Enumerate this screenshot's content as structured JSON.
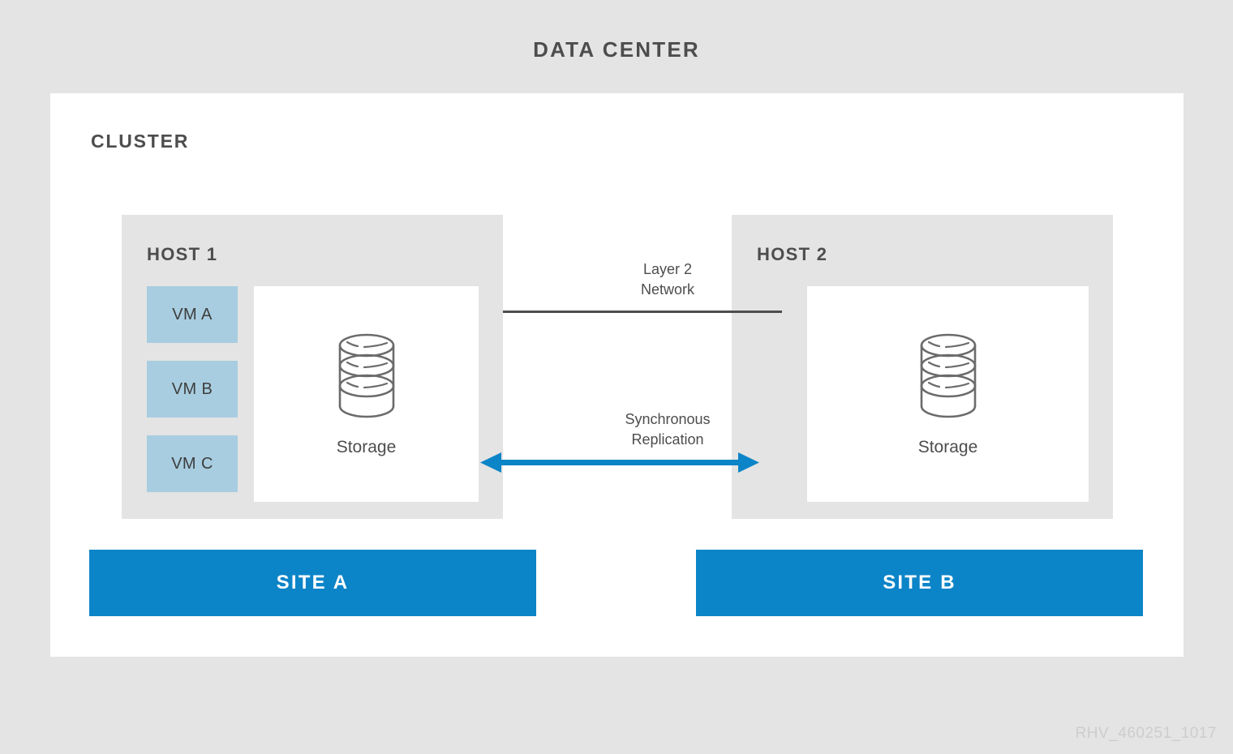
{
  "title": "DATA CENTER",
  "cluster": {
    "label": "CLUSTER"
  },
  "sites": {
    "a": {
      "banner_label": "SITE A",
      "host": {
        "label": "HOST 1",
        "vms": [
          {
            "label": "VM A"
          },
          {
            "label": "VM B"
          },
          {
            "label": "VM C"
          }
        ],
        "storage": {
          "label": "Storage",
          "icon": "database-icon"
        }
      }
    },
    "b": {
      "banner_label": "SITE B",
      "host": {
        "label": "HOST 2",
        "storage": {
          "label": "Storage",
          "icon": "database-icon"
        }
      }
    }
  },
  "connections": {
    "layer2": {
      "line1": "Layer 2",
      "line2": "Network"
    },
    "replication": {
      "line1": "Synchronous",
      "line2": "Replication"
    }
  },
  "footer": {
    "caption": "RHV_460251_1017"
  },
  "colors": {
    "page_background": "#e4e4e4",
    "card_background": "#ffffff",
    "accent_blue": "#0c84c8",
    "dashed_border_blue": "#0a85cc",
    "vm_blue": "#a8cde0",
    "panel_gray": "#e4e4e4",
    "text_gray": "#4d4d4d",
    "icon_gray": "#6b6b6b",
    "footer_gray": "#cdcdcd"
  }
}
